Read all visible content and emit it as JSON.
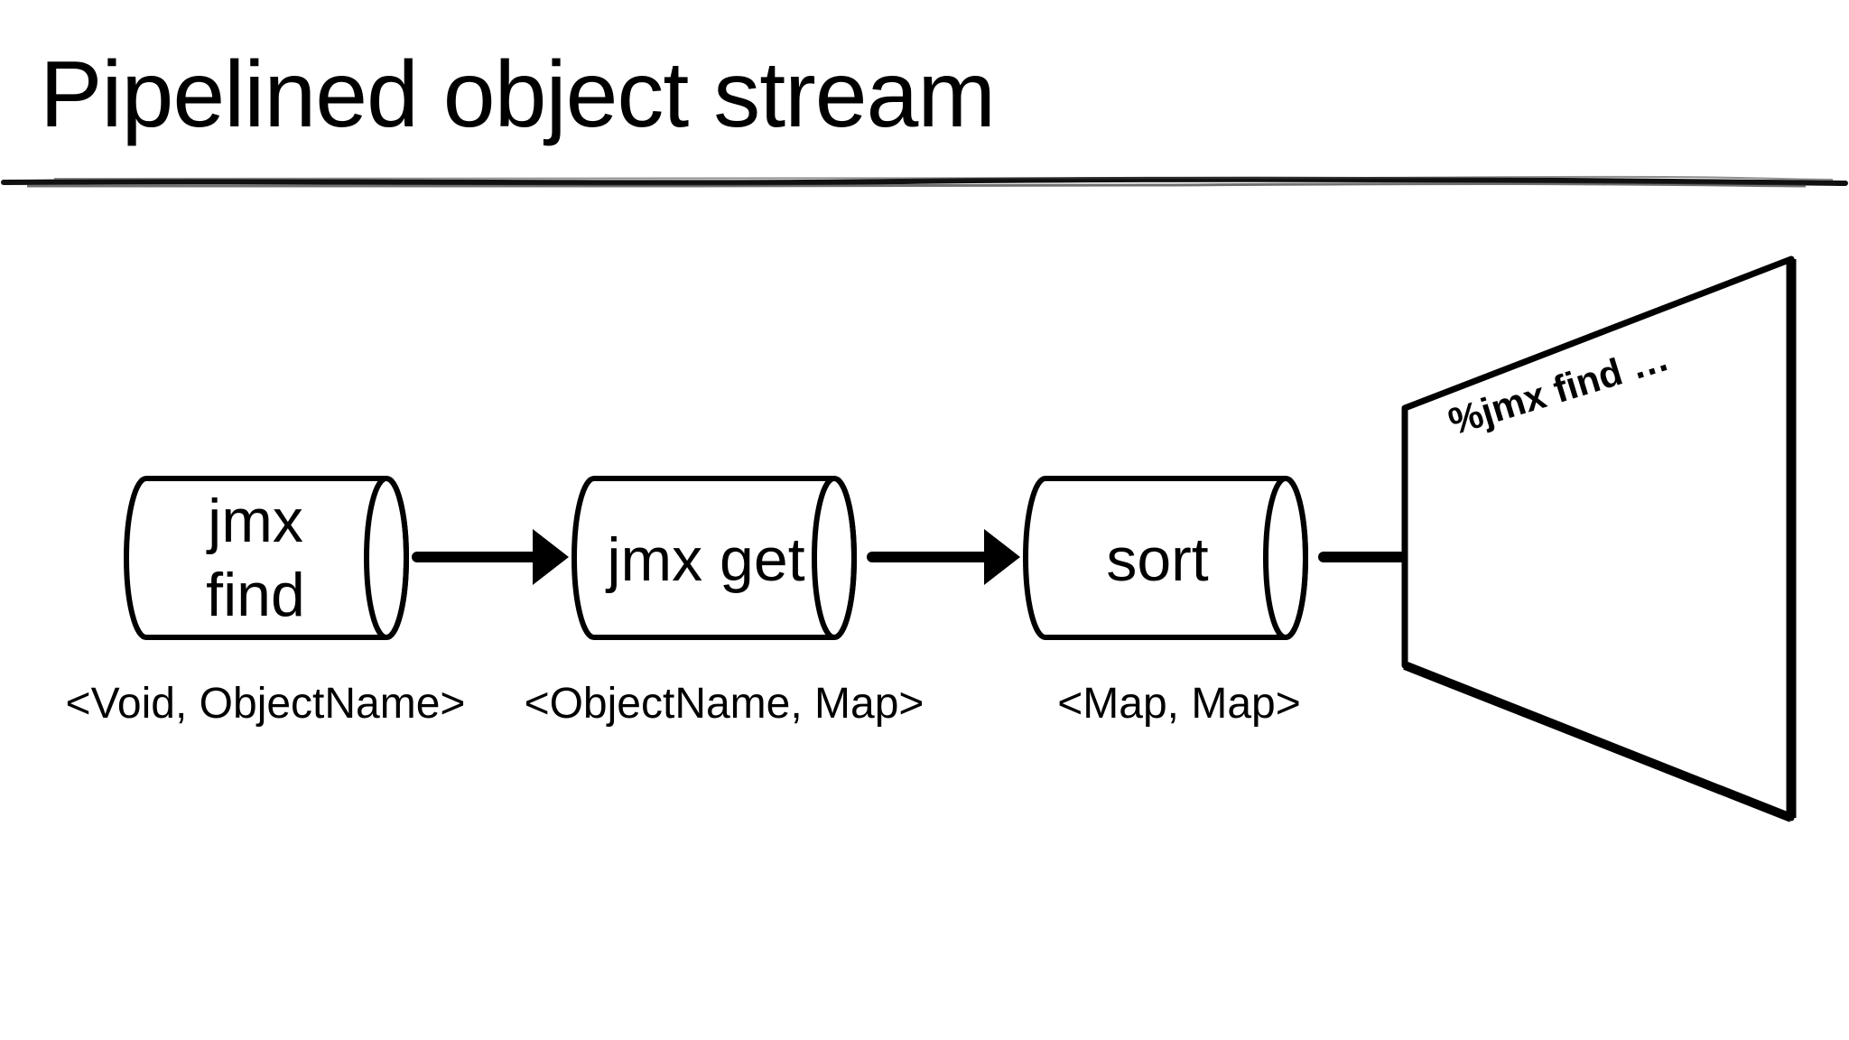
{
  "title": "Pipelined object stream",
  "stages": [
    {
      "lines": [
        "jmx",
        "find"
      ],
      "type": "<Void, ObjectName>"
    },
    {
      "lines": [
        "jmx get"
      ],
      "type": "<ObjectName, Map>"
    },
    {
      "lines": [
        "sort"
      ],
      "type": "<Map, Map>"
    }
  ],
  "terminal": {
    "command": "%jmx find …"
  },
  "colors": {
    "stroke": "#000000",
    "background": "#ffffff"
  }
}
